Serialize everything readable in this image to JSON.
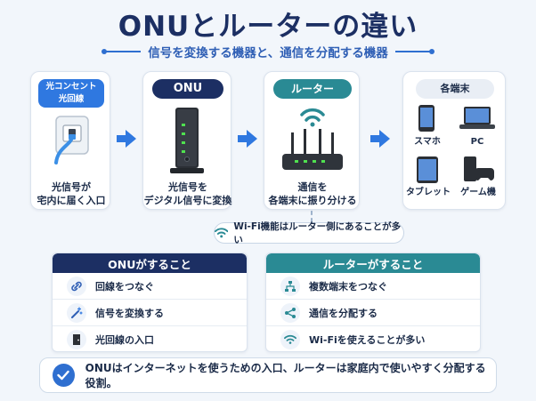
{
  "header": {
    "title": "ONUとルーターの違い",
    "subtitle": "信号を変換する機器と、通信を分配する機器"
  },
  "flow": {
    "source": {
      "badge_line1": "光コンセント",
      "badge_line2": "光回線",
      "caption_line1": "光信号が",
      "caption_line2": "宅内に届く入口"
    },
    "onu": {
      "badge": "ONU",
      "caption_line1": "光信号を",
      "caption_line2": "デジタル信号に変換"
    },
    "router": {
      "badge": "ルーター",
      "caption_line1": "通信を",
      "caption_line2": "各端末に振り分ける"
    },
    "devices": {
      "badge": "各端末",
      "items": [
        "スマホ",
        "PC",
        "タブレット",
        "ゲーム機"
      ]
    }
  },
  "wifi_note": "Wi-Fi機能はルーター側にあることが多い",
  "onu_panel": {
    "title": "ONUがすること",
    "rows": [
      "回線をつなぐ",
      "信号を変換する",
      "光回線の入口"
    ]
  },
  "router_panel": {
    "title": "ルーターがすること",
    "rows": [
      "複数端末をつなぐ",
      "通信を分配する",
      "Wi-Fiを使えることが多い"
    ]
  },
  "summary": "ONUはインターネットを使うための入口、ルーターは家庭内で使いやすく分配する役割。",
  "colors": {
    "navy": "#1c2f63",
    "teal": "#2a8a94",
    "blue": "#2f6fd0",
    "badge_blue": "#2f78e0"
  }
}
